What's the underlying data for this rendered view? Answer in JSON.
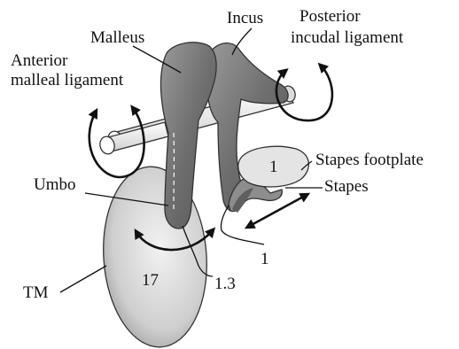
{
  "labels": {
    "malleus": "Malleus",
    "incus": "Incus",
    "posterior_ligament_1": "Posterior",
    "posterior_ligament_2": "incudal ligament",
    "anterior_ligament_1": "Anterior",
    "anterior_ligament_2": "malleal ligament",
    "stapes_footplate": "Stapes footplate",
    "stapes": "Stapes",
    "umbo": "Umbo",
    "tm": "TM"
  },
  "area_values": {
    "tm_area": "17",
    "footplate_area": "1",
    "lever_malleus": "1.3",
    "lever_incus": "1"
  },
  "colors": {
    "ossicle": "#7a7a7a",
    "membrane": "#d2d2d2",
    "footplate": "#e4e4e4",
    "axis_rod": "#efefef"
  }
}
